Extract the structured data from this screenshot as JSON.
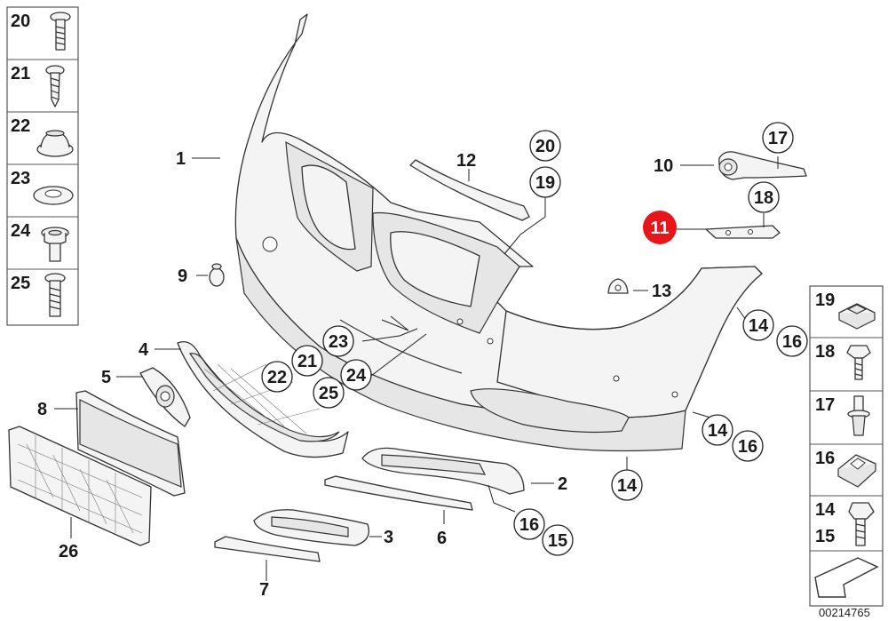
{
  "callouts": {
    "n1": "1",
    "n2": "2",
    "n3": "3",
    "n4": "4",
    "n5": "5",
    "n6": "6",
    "n7": "7",
    "n8": "8",
    "n9": "9",
    "n10": "10",
    "n11": "11",
    "n12": "12",
    "n13": "13",
    "n14": "14",
    "n15": "15",
    "n16": "16",
    "n17": "17",
    "n18": "18",
    "n19": "19",
    "n20": "20",
    "n21": "21",
    "n22": "22",
    "n23": "23",
    "n24": "24",
    "n25": "25",
    "n26": "26"
  },
  "highlight_color": "#e8161b",
  "left_column": [
    "20",
    "21",
    "22",
    "23",
    "24",
    "25"
  ],
  "right_column": [
    {
      "top": "19",
      "bottom": ""
    },
    {
      "top": "18",
      "bottom": ""
    },
    {
      "top": "17",
      "bottom": ""
    },
    {
      "top": "16",
      "bottom": ""
    },
    {
      "top": "14",
      "bottom": "15"
    }
  ],
  "diagram_ref": "00214765"
}
